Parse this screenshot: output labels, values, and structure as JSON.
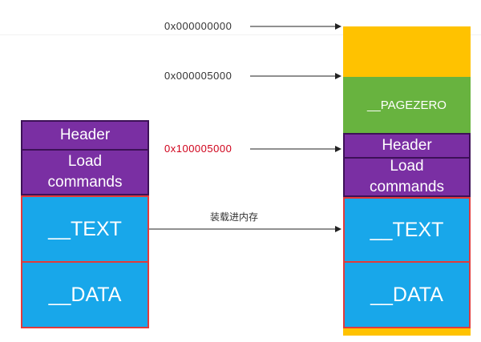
{
  "addresses": {
    "zero": "0x000000000",
    "page": "0x000005000",
    "header": "0x100005000"
  },
  "load_label": "装载进内存",
  "file": {
    "header": "Header",
    "load_commands": "Load\ncommands",
    "text": "__TEXT",
    "data": "__DATA"
  },
  "memory": {
    "pagezero": "__PAGEZERO",
    "header": "Header",
    "load_commands": "Load\ncommands",
    "text": "__TEXT",
    "data": "__DATA"
  },
  "colors": {
    "purple": "#7a2fa3",
    "blue": "#18a7ea",
    "green": "#68b33f",
    "orange": "#ffc200",
    "red_border": "#e33a3a"
  }
}
